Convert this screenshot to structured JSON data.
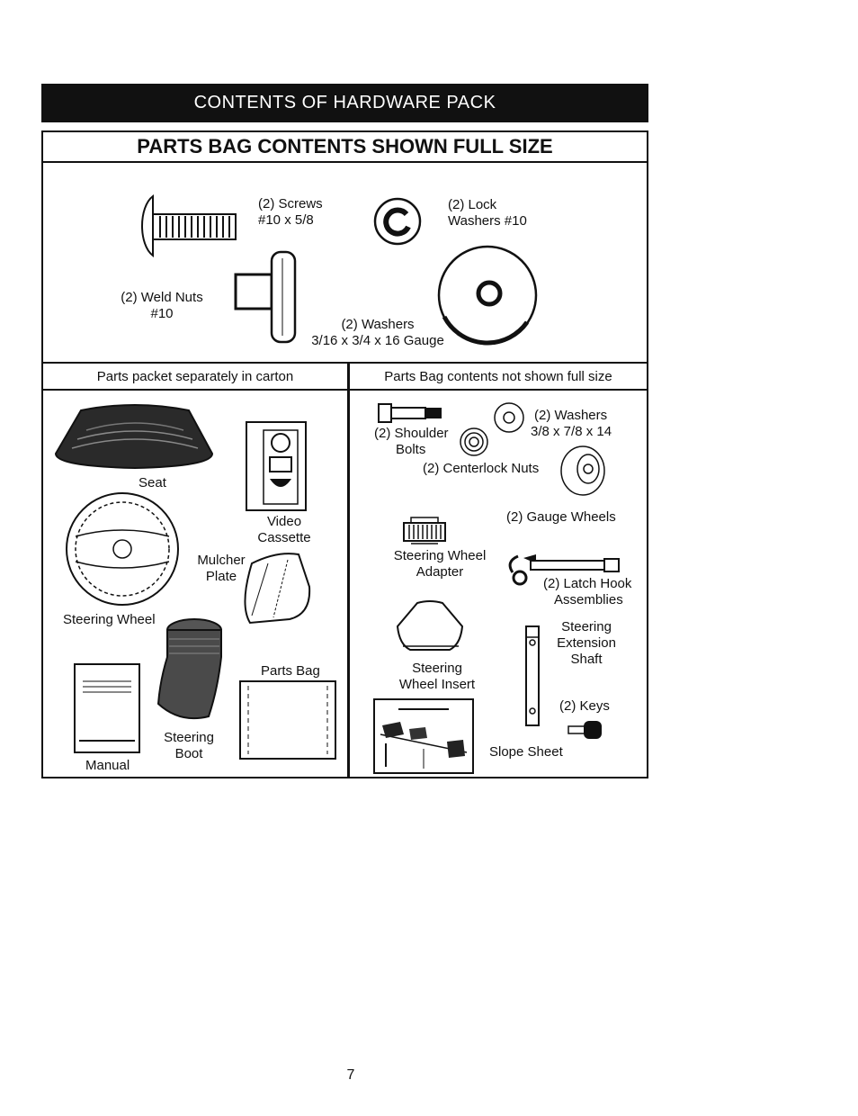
{
  "banner": "CONTENTS OF HARDWARE PACK",
  "full_size": {
    "title": "PARTS BAG CONTENTS SHOWN FULL SIZE",
    "screws": [
      "(2) Screws",
      "#10 x 5/8"
    ],
    "lock_washers": [
      "(2) Lock",
      "Washers #10"
    ],
    "weld_nuts": [
      "(2) Weld Nuts",
      "#10"
    ],
    "washers": [
      "(2) Washers",
      "3/16 x 3/4 x 16 Gauge"
    ]
  },
  "left_panel": {
    "header": "Parts packet separately in carton",
    "seat": "Seat",
    "video_cassette": [
      "Video",
      "Cassette"
    ],
    "mulcher_plate": [
      "Mulcher",
      "Plate"
    ],
    "steering_wheel": "Steering Wheel",
    "parts_bag": "Parts Bag",
    "steering_boot": [
      "Steering",
      "Boot"
    ],
    "manual": "Manual"
  },
  "right_panel": {
    "header": "Parts Bag contents not shown full size",
    "washers": [
      "(2) Washers",
      "3/8 x 7/8 x 14"
    ],
    "shoulder_bolts": [
      "(2) Shoulder",
      "Bolts"
    ],
    "centerlock_nuts": "(2) Centerlock Nuts",
    "gauge_wheels": "(2) Gauge Wheels",
    "steering_wheel_adapter": [
      "Steering Wheel",
      "Adapter"
    ],
    "latch_hook": [
      "(2) Latch Hook",
      "Assemblies"
    ],
    "steering_extension_shaft": [
      "Steering",
      "Extension",
      "Shaft"
    ],
    "steering_wheel_insert": [
      "Steering",
      "Wheel Insert"
    ],
    "keys": "(2) Keys",
    "slope_sheet": "Slope Sheet"
  },
  "page_number": "7"
}
